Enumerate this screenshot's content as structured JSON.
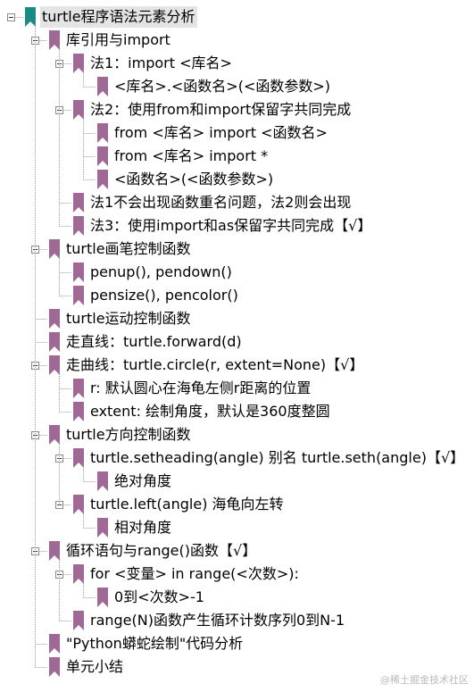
{
  "tree": [
    {
      "label": "turtle程序语法元素分析",
      "icon": "bookmark-teal-icon",
      "selected": true,
      "level": 0,
      "toggle": true
    },
    {
      "label": "库引用与import",
      "icon": "bookmark-purple-icon",
      "level": 1,
      "toggle": true
    },
    {
      "label": "法1：import <库名>",
      "icon": "bookmark-purple-icon",
      "level": 2,
      "toggle": true
    },
    {
      "label": "<库名>.<函数名>(<函数参数>)",
      "icon": "bookmark-purple-icon",
      "level": 3,
      "toggle": false
    },
    {
      "label": "法2：使用from和import保留字共同完成",
      "icon": "bookmark-purple-icon",
      "level": 2,
      "toggle": true
    },
    {
      "label": "from <库名> import <函数名>",
      "icon": "bookmark-purple-icon",
      "level": 3,
      "toggle": false
    },
    {
      "label": "from <库名> import *",
      "icon": "bookmark-purple-icon",
      "level": 3,
      "toggle": false
    },
    {
      "label": "<函数名>(<函数参数>)",
      "icon": "bookmark-purple-icon",
      "level": 3,
      "toggle": false
    },
    {
      "label": "法1不会出现函数重名问题，法2则会出现",
      "icon": "bookmark-purple-icon",
      "level": 2,
      "toggle": false
    },
    {
      "label": "法3：使用import和as保留字共同完成【√】",
      "icon": "bookmark-purple-icon",
      "level": 2,
      "toggle": false
    },
    {
      "label": "turtle画笔控制函数",
      "icon": "bookmark-purple-icon",
      "level": 1,
      "toggle": true
    },
    {
      "label": "penup(), pendown()",
      "icon": "bookmark-purple-icon",
      "level": 2,
      "toggle": false
    },
    {
      "label": "pensize(), pencolor()",
      "icon": "bookmark-purple-icon",
      "level": 2,
      "toggle": false
    },
    {
      "label": "turtle运动控制函数",
      "icon": "bookmark-purple-icon",
      "level": 1,
      "toggle": false
    },
    {
      "label": "走直线：turtle.forward(d)",
      "icon": "bookmark-purple-icon",
      "level": 1,
      "toggle": false
    },
    {
      "label": "走曲线：turtle.circle(r, extent=None)【√】",
      "icon": "bookmark-purple-icon",
      "level": 1,
      "toggle": true
    },
    {
      "label": "r: 默认圆心在海龟左侧r距离的位置",
      "icon": "bookmark-purple-icon",
      "level": 2,
      "toggle": false
    },
    {
      "label": "extent: 绘制角度，默认是360度整圆",
      "icon": "bookmark-purple-icon",
      "level": 2,
      "toggle": false
    },
    {
      "label": "turtle方向控制函数",
      "icon": "bookmark-purple-icon",
      "level": 1,
      "toggle": true
    },
    {
      "label": "turtle.setheading(angle) 别名 turtle.seth(angle)【√】",
      "icon": "bookmark-purple-icon",
      "level": 2,
      "toggle": true
    },
    {
      "label": "绝对角度",
      "icon": "bookmark-purple-icon",
      "level": 3,
      "toggle": false
    },
    {
      "label": "turtle.left(angle) 海龟向左转",
      "icon": "bookmark-purple-icon",
      "level": 2,
      "toggle": true
    },
    {
      "label": "相对角度",
      "icon": "bookmark-purple-icon",
      "level": 3,
      "toggle": false
    },
    {
      "label": "循环语句与range()函数【√】",
      "icon": "bookmark-purple-icon",
      "level": 1,
      "toggle": true
    },
    {
      "label": "for <变量> in range(<次数>):",
      "icon": "bookmark-purple-icon",
      "level": 2,
      "toggle": true
    },
    {
      "label": "0到<次数>-1",
      "icon": "bookmark-purple-icon",
      "level": 3,
      "toggle": false
    },
    {
      "label": "range(N)函数产生循环计数序列0到N-1",
      "icon": "bookmark-purple-icon",
      "level": 2,
      "toggle": false
    },
    {
      "label": "\"Python蟒蛇绘制\"代码分析",
      "icon": "bookmark-purple-icon",
      "level": 1,
      "toggle": false
    },
    {
      "label": "单元小结",
      "icon": "bookmark-purple-icon",
      "level": 1,
      "toggle": false
    }
  ],
  "colors": {
    "teal": "#1a8a85",
    "purple": "#a06895",
    "connector": "#9a9a9a"
  },
  "watermark": "@稀土掘金技术社区"
}
